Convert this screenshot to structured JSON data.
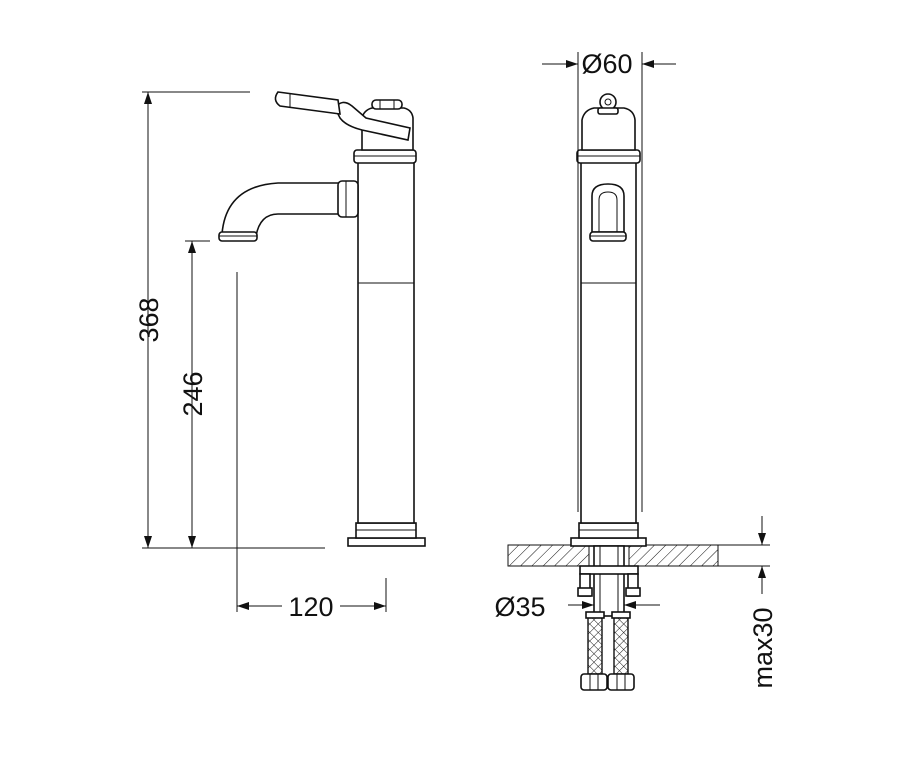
{
  "dimensions": {
    "height_total": "368",
    "spout_height": "246",
    "spout_reach": "120",
    "top_diameter": "Ø60",
    "base_diameter": "Ø35",
    "max_thickness": "max30"
  }
}
